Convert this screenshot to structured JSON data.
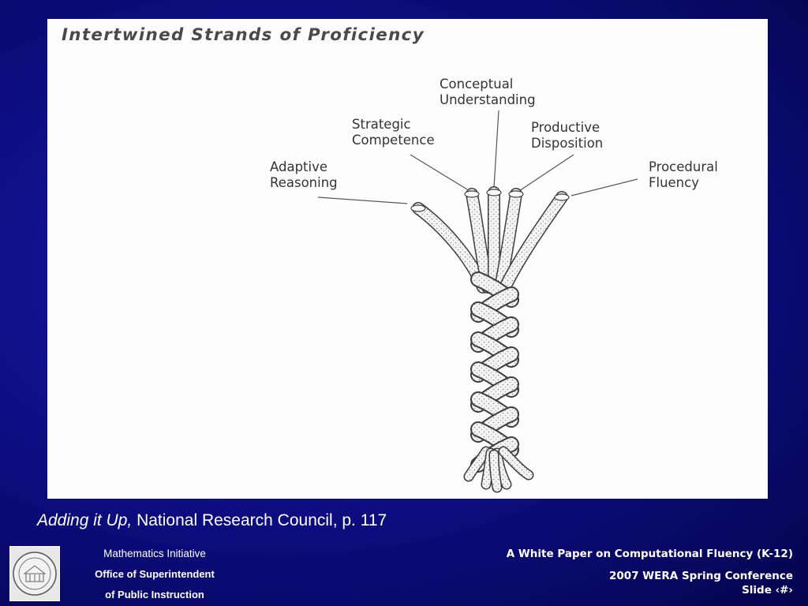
{
  "figure": {
    "title": "Intertwined Strands of Proficiency",
    "strands": {
      "conceptual": [
        "Conceptual",
        "Understanding"
      ],
      "strategic": [
        "Strategic",
        "Competence"
      ],
      "productive": [
        "Productive",
        "Disposition"
      ],
      "adaptive": [
        "Adaptive",
        "Reasoning"
      ],
      "procedural": [
        "Procedural",
        "Fluency"
      ]
    }
  },
  "caption": {
    "italic": "Adding it Up,",
    "rest": " National Research Council, p. 117"
  },
  "footer": {
    "left": [
      "Mathematics Initiative",
      "Office of Superintendent",
      "of Public Instruction"
    ],
    "right_title": "A White Paper on Computational Fluency (K-12)",
    "conference": "2007 WERA Spring Conference",
    "slide": "Slide ‹#›"
  },
  "colors": {
    "background": "#0c0c7e",
    "figure_bg": "#fdfdfd",
    "text": "#ffffff"
  }
}
